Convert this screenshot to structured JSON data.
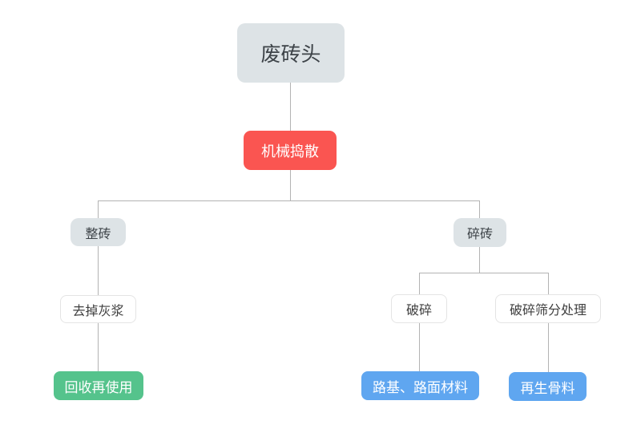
{
  "diagram": {
    "nodes": {
      "root": {
        "label": "废砖头",
        "type": "gray"
      },
      "process": {
        "label": "机械捣散",
        "type": "red"
      },
      "whole_brick": {
        "label": "整砖",
        "type": "gray"
      },
      "broken_brick": {
        "label": "碎砖",
        "type": "gray"
      },
      "remove_mortar": {
        "label": "去掉灰浆",
        "type": "white"
      },
      "crush": {
        "label": "破碎",
        "type": "white"
      },
      "crush_screen": {
        "label": "破碎筛分处理",
        "type": "white"
      },
      "recycle_reuse": {
        "label": "回收再使用",
        "type": "green"
      },
      "road_material": {
        "label": "路基、路面材料",
        "type": "blue"
      },
      "recycled_aggregate": {
        "label": "再生骨料",
        "type": "blue"
      }
    },
    "edges": [
      {
        "from": "root",
        "to": "process"
      },
      {
        "from": "process",
        "to": "whole_brick"
      },
      {
        "from": "process",
        "to": "broken_brick"
      },
      {
        "from": "whole_brick",
        "to": "remove_mortar"
      },
      {
        "from": "remove_mortar",
        "to": "recycle_reuse"
      },
      {
        "from": "broken_brick",
        "to": "crush"
      },
      {
        "from": "broken_brick",
        "to": "crush_screen"
      },
      {
        "from": "crush",
        "to": "road_material"
      },
      {
        "from": "crush_screen",
        "to": "recycled_aggregate"
      }
    ],
    "colors": {
      "gray_node_bg": "#dde3e6",
      "red_node_bg": "#fa5551",
      "green_node_bg": "#55c38c",
      "blue_node_bg": "#5fa6f0",
      "white_node_border": "#e4e4e4",
      "connector": "#b3b3b3",
      "dark_text": "#3d4348",
      "light_text": "#ffffff"
    }
  }
}
